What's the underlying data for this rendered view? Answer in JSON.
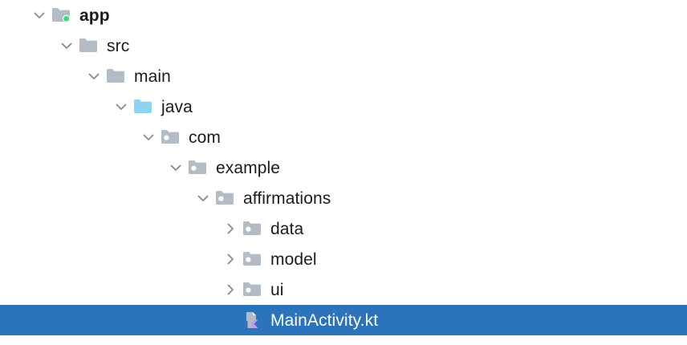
{
  "panel": {
    "name": "project-tree",
    "background_color": "#ffffff",
    "selection_color": "#2b74bb",
    "selected_text_color": "#ffffff",
    "text_color": "#1b1b1b"
  },
  "icon_colors": {
    "folder_gray": "#b3bcc4",
    "folder_source_root": "#8ed3ef",
    "package_dot": "#ffffff",
    "module_badge_green": "#3ddc84",
    "kotlin_file_gray": "#b3bcc4",
    "kotlin_file_accent": "#c699f0",
    "chevron_gray": "#868e96"
  },
  "tree": {
    "nodes": [
      {
        "label": "app",
        "depth": 0,
        "state": "expanded",
        "twisty": "chevron-down-icon",
        "icon": "module-folder-icon",
        "bold": true,
        "selected": false
      },
      {
        "label": "src",
        "depth": 1,
        "state": "expanded",
        "twisty": "chevron-down-icon",
        "icon": "folder-icon",
        "bold": false,
        "selected": false
      },
      {
        "label": "main",
        "depth": 2,
        "state": "expanded",
        "twisty": "chevron-down-icon",
        "icon": "folder-icon",
        "bold": false,
        "selected": false
      },
      {
        "label": "java",
        "depth": 3,
        "state": "expanded",
        "twisty": "chevron-down-icon",
        "icon": "source-root-folder-icon",
        "bold": false,
        "selected": false
      },
      {
        "label": "com",
        "depth": 4,
        "state": "expanded",
        "twisty": "chevron-down-icon",
        "icon": "package-folder-icon",
        "bold": false,
        "selected": false
      },
      {
        "label": "example",
        "depth": 5,
        "state": "expanded",
        "twisty": "chevron-down-icon",
        "icon": "package-folder-icon",
        "bold": false,
        "selected": false
      },
      {
        "label": "affirmations",
        "depth": 6,
        "state": "expanded",
        "twisty": "chevron-down-icon",
        "icon": "package-folder-icon",
        "bold": false,
        "selected": false
      },
      {
        "label": "data",
        "depth": 7,
        "state": "collapsed",
        "twisty": "chevron-right-icon",
        "icon": "package-folder-icon",
        "bold": false,
        "selected": false
      },
      {
        "label": "model",
        "depth": 7,
        "state": "collapsed",
        "twisty": "chevron-right-icon",
        "icon": "package-folder-icon",
        "bold": false,
        "selected": false
      },
      {
        "label": "ui",
        "depth": 7,
        "state": "collapsed",
        "twisty": "chevron-right-icon",
        "icon": "package-folder-icon",
        "bold": false,
        "selected": false
      },
      {
        "label": "MainActivity.kt",
        "depth": 7,
        "state": "leaf",
        "twisty": "none",
        "icon": "kotlin-file-icon",
        "bold": false,
        "selected": true
      }
    ]
  }
}
